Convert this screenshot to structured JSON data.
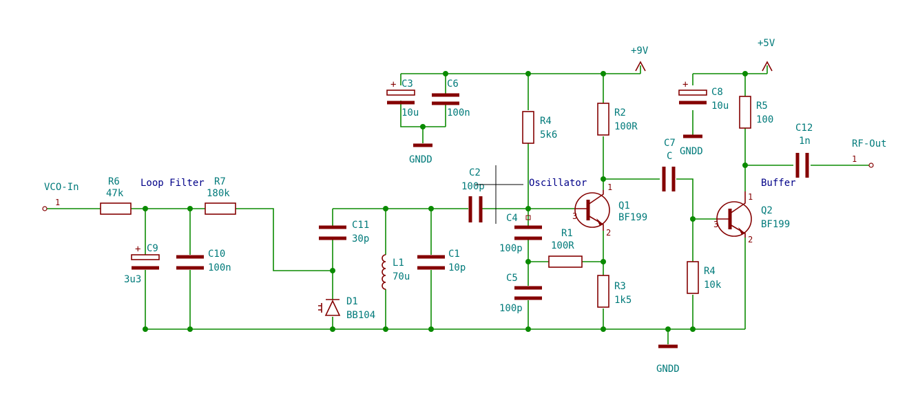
{
  "ports": {
    "vco_in": "VCO-In",
    "rf_out": "RF-Out",
    "pin_vco": "1",
    "pin_rf": "1"
  },
  "power": {
    "vcc9": "+9V",
    "vcc5": "+5V",
    "gnd_c3c6": "GNDD",
    "gnd_c8": "GNDD",
    "gnd_main": "GNDD"
  },
  "labels": {
    "loop_filter": "Loop Filter",
    "oscillator": "Oscillator",
    "buffer": "Buffer"
  },
  "components": {
    "R6": {
      "ref": "R6",
      "value": "47k"
    },
    "R7": {
      "ref": "R7",
      "value": "180k"
    },
    "C9": {
      "ref": "C9",
      "value": "3u3"
    },
    "C10": {
      "ref": "C10",
      "value": "100n"
    },
    "C11": {
      "ref": "C11",
      "value": "30p"
    },
    "D1": {
      "ref": "D1",
      "value": "BB104"
    },
    "L1": {
      "ref": "L1",
      "value": "70u"
    },
    "C1": {
      "ref": "C1",
      "value": "10p"
    },
    "C2": {
      "ref": "C2",
      "value": "100p"
    },
    "C3": {
      "ref": "C3",
      "value": "10u"
    },
    "C6": {
      "ref": "C6",
      "value": "100n"
    },
    "R4a": {
      "ref": "R4",
      "value": "5k6"
    },
    "R2": {
      "ref": "R2",
      "value": "100R"
    },
    "C4": {
      "ref": "C4",
      "value": "100p"
    },
    "C5": {
      "ref": "C5",
      "value": "100p"
    },
    "R1": {
      "ref": "R1",
      "value": "100R"
    },
    "R3": {
      "ref": "R3",
      "value": "1k5"
    },
    "Q1": {
      "ref": "Q1",
      "value": "BF199",
      "pin1": "1",
      "pin2": "2",
      "pin3": "3"
    },
    "C7": {
      "ref": "C7",
      "value": "C"
    },
    "C8": {
      "ref": "C8",
      "value": "10u"
    },
    "R5": {
      "ref": "R5",
      "value": "100"
    },
    "C12": {
      "ref": "C12",
      "value": "1n"
    },
    "R4b": {
      "ref": "R4",
      "value": "10k"
    },
    "Q2": {
      "ref": "Q2",
      "value": "BF199",
      "pin1": "1",
      "pin2": "2",
      "pin3": "3"
    }
  }
}
